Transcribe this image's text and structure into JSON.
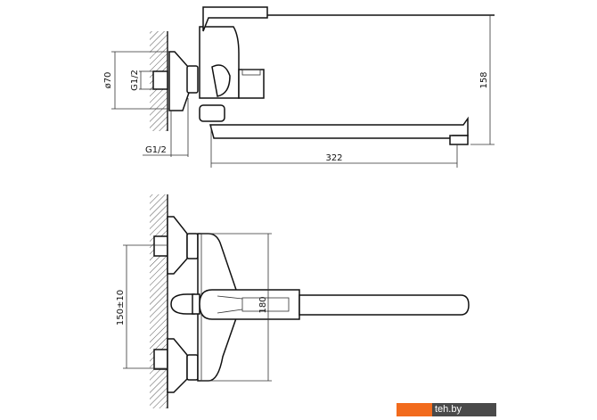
{
  "dimensions": {
    "diameter_flange": "ø70",
    "thread_inlet": "G1/2",
    "thread_outlet": "G1/2",
    "height": "158",
    "spout_length": "322",
    "center_distance": "150±10",
    "body_height": "180"
  },
  "watermark": {
    "text": "teh.by",
    "colors": {
      "orange": "#f26b1d",
      "gray": "#4a4a4a"
    }
  }
}
